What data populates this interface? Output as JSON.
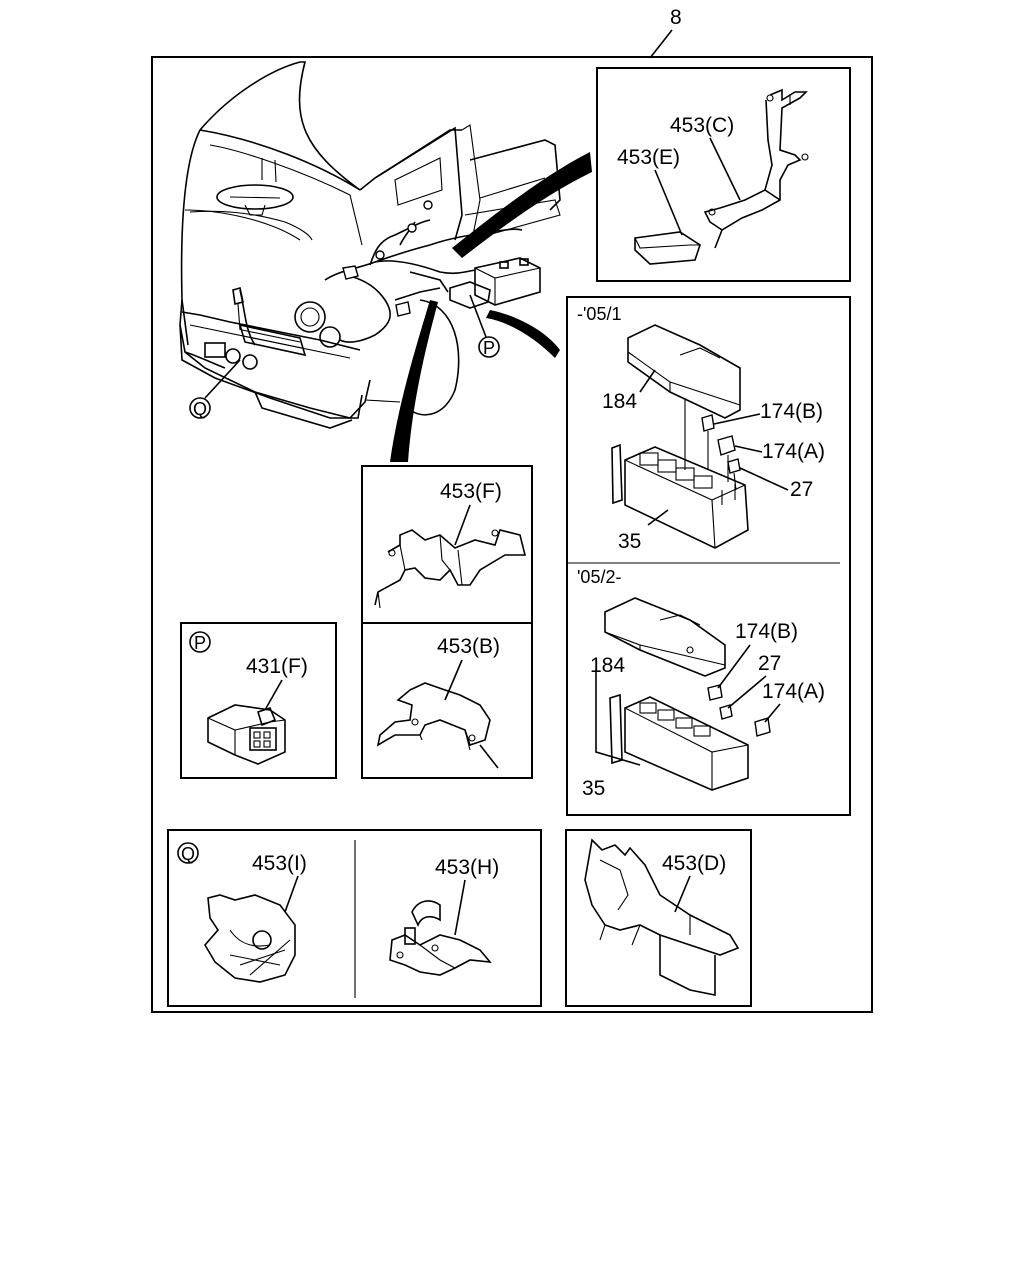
{
  "sheet_number": "8",
  "labels": {
    "c453_c": "453(C)",
    "c453_e": "453(E)",
    "early_range": "-'05/1",
    "late_range": "'05/2-",
    "c184_a": "184",
    "c174b_a": "174(B)",
    "c174a_a": "174(A)",
    "c27_a": "27",
    "c35_a": "35",
    "c184_b": "184",
    "c174b_b": "174(B)",
    "c27_b": "27",
    "c174a_b": "174(A)",
    "c35_b": "35",
    "c453_f": "453(F)",
    "c453_b": "453(B)",
    "c431_f": "431(F)",
    "c453_i": "453(I)",
    "c453_h": "453(H)",
    "c453_d": "453(D)",
    "callout_p_main": "P",
    "callout_q_main": "Q",
    "callout_p_box": "P",
    "callout_q_box": "Q"
  }
}
